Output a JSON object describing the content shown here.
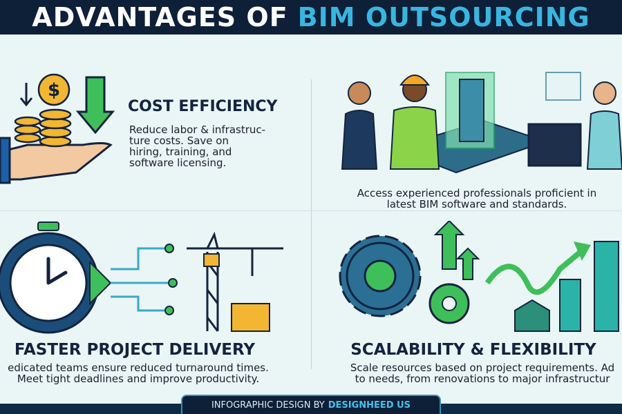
{
  "header": {
    "title_part1": "ADVANTAGES OF",
    "title_part2": "BIM OUTSOURCING"
  },
  "sections": [
    {
      "title": "COST EFFICIENCY",
      "lines": [
        "Reduce labor & infrastruc-",
        "ture costs. Save on",
        "hiring, training, and",
        "software licensing."
      ],
      "icon": "coins-hand-icon"
    },
    {
      "title": "",
      "lines": [
        "Access experienced professionals proficient in",
        "latest BIM software and standards."
      ],
      "icon": "professionals-team-icon"
    },
    {
      "title": "FASTER PROJECT DELIVERY",
      "lines": [
        "edicated teams ensure reduced turnaround times.",
        "Meet tight deadlines and improve productivity."
      ],
      "icon": "stopwatch-crane-icon"
    },
    {
      "title": "SCALABILITY & FLEXIBILITY",
      "lines": [
        "Scale resources based on project requirements. Ad",
        "to needs, from renovations to major infrastructur"
      ],
      "icon": "gears-growth-icon"
    }
  ],
  "footer": {
    "prefix": "INFOGRAPHIC DESIGN BY",
    "brand": "DESIGNHEED US"
  },
  "colors": {
    "navy": "#0e1f38",
    "accent": "#38b6e0",
    "green": "#3fbf5a",
    "gold": "#f2b632"
  }
}
